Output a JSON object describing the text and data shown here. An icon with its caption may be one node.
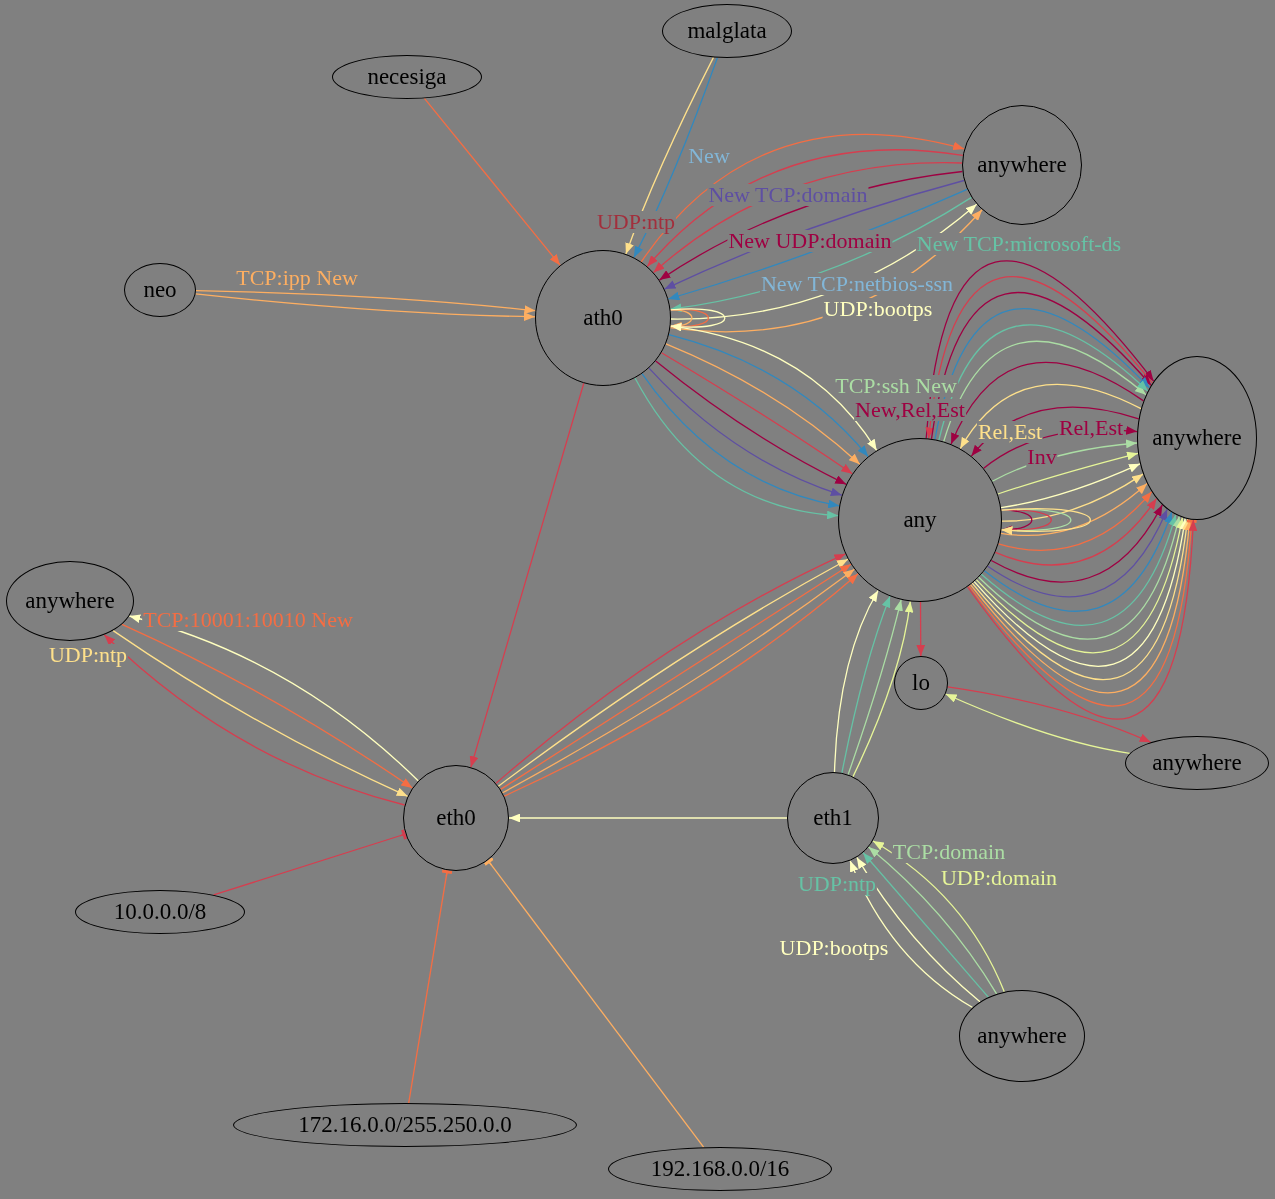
{
  "diagram": {
    "nodes": [
      {
        "text": [
          "malglata"
        ]
      },
      {
        "text": [
          "necesiga"
        ]
      },
      {
        "text": [
          "anywhere"
        ]
      },
      {
        "text": [
          "neo"
        ]
      },
      {
        "text": [
          "ath0"
        ]
      },
      {
        "text": [
          "anywhere"
        ]
      },
      {
        "text": [
          "any"
        ]
      },
      {
        "text": [
          "anywhere"
        ]
      },
      {
        "text": [
          "lo"
        ]
      },
      {
        "text": [
          "anywhere"
        ]
      },
      {
        "text": [
          "eth1"
        ]
      },
      {
        "text": [
          "eth0"
        ]
      },
      {
        "text": [
          "10.0.0.0/8"
        ]
      },
      {
        "text": [
          "anywhere"
        ]
      },
      {
        "text": [
          "172.16.0.0/255.250.0.0"
        ]
      },
      {
        "text": [
          "192.168.0.0/16"
        ]
      }
    ],
    "edges": [
      {
        "from": 0,
        "to": 4,
        "arrow": "to",
        "color": "#fee08b"
      },
      {
        "from": 0,
        "to": 4,
        "arrow": "to",
        "color": "#3288bd",
        "label": "New"
      },
      {
        "from": 1,
        "to": 4,
        "arrow": "to",
        "color": "#f46d43"
      },
      {
        "from": 3,
        "to": 4,
        "arrow": "to",
        "color": "#fdae61",
        "label": "TCP:ipp New"
      },
      {
        "from": 3,
        "to": 4,
        "arrow": "to",
        "color": "#fdae61"
      },
      {
        "from": 4,
        "to": 2,
        "arrow": "to",
        "color": "#f46d43"
      },
      {
        "from": 2,
        "to": 4,
        "arrow": "to",
        "color": "#d53e4f",
        "label": "UDP:ntp"
      },
      {
        "from": 2,
        "to": 4,
        "arrow": "to",
        "color": "#d53e4f"
      },
      {
        "from": 2,
        "to": 4,
        "arrow": "to",
        "color": "#9e0142",
        "label": "New UDP:domain"
      },
      {
        "from": 2,
        "to": 4,
        "arrow": "to",
        "color": "#5e4fa2",
        "label": "New TCP:domain"
      },
      {
        "from": 2,
        "to": 4,
        "arrow": "to",
        "color": "#3288bd",
        "label": "New TCP:netbios-ssn"
      },
      {
        "from": 2,
        "to": 4,
        "arrow": "to",
        "color": "#66c2a5",
        "label": "New TCP:microsoft-ds"
      },
      {
        "from": 4,
        "to": 2,
        "arrow": "to",
        "color": "#ffffbf",
        "label": "UDP:bootps"
      },
      {
        "from": 4,
        "to": 2,
        "arrow": "to",
        "color": "#fdae61"
      },
      {
        "from": 4,
        "to": 4,
        "arrow": "to",
        "color": "#fdae61"
      },
      {
        "from": 4,
        "to": 4,
        "arrow": "to",
        "color": "#f46d43"
      },
      {
        "from": 4,
        "to": 4,
        "arrow": "to",
        "color": "#ffffbf"
      },
      {
        "from": 4,
        "to": 6,
        "arrow": "to",
        "color": "#ffffbf"
      },
      {
        "from": 4,
        "to": 6,
        "arrow": "to",
        "color": "#3288bd"
      },
      {
        "from": 4,
        "to": 6,
        "arrow": "to",
        "color": "#fdae61"
      },
      {
        "from": 4,
        "to": 6,
        "arrow": "to",
        "color": "#d53e4f"
      },
      {
        "from": 4,
        "to": 6,
        "arrow": "to",
        "color": "#9e0142"
      },
      {
        "from": 4,
        "to": 6,
        "arrow": "to",
        "color": "#5e4fa2"
      },
      {
        "from": 4,
        "to": 6,
        "arrow": "to",
        "color": "#3288bd"
      },
      {
        "from": 4,
        "to": 6,
        "arrow": "to",
        "color": "#66c2a5"
      },
      {
        "from": 4,
        "to": 11,
        "arrow": "to",
        "color": "#d53e4f"
      },
      {
        "from": 6,
        "to": 5,
        "arrow": "to",
        "color": "#9e0142"
      },
      {
        "from": 5,
        "to": 6,
        "arrow": "to",
        "color": "#d53e4f"
      },
      {
        "from": 6,
        "to": 5,
        "arrow": "to",
        "color": "#9e0142"
      },
      {
        "from": 6,
        "to": 5,
        "arrow": "to",
        "color": "#abdda4",
        "label": "TCP:ssh New"
      },
      {
        "from": 5,
        "to": 6,
        "arrow": "to",
        "color": "#fee08b",
        "label": "Rel,Est"
      },
      {
        "from": 5,
        "to": 6,
        "arrow": "to",
        "color": "#9e0142",
        "label": "New,Rel,Est"
      },
      {
        "from": 5,
        "to": 6,
        "arrow": "to",
        "color": "#9e0142",
        "label": "Rel,Est"
      },
      {
        "from": 6,
        "to": 5,
        "arrow": "to",
        "color": "#9e0142",
        "label": "Inv"
      },
      {
        "from": 6,
        "to": 5,
        "arrow": "to",
        "color": "#3288bd"
      },
      {
        "from": 6,
        "to": 5,
        "arrow": "to",
        "color": "#66c2a5"
      },
      {
        "from": 6,
        "to": 5,
        "arrow": "to",
        "color": "#abdda4"
      },
      {
        "from": 6,
        "to": 5,
        "arrow": "to",
        "color": "#e6f598"
      },
      {
        "from": 6,
        "to": 5,
        "arrow": "to",
        "color": "#ffffbf"
      },
      {
        "from": 6,
        "to": 5,
        "arrow": "to",
        "color": "#fee08b"
      },
      {
        "from": 6,
        "to": 5,
        "arrow": "to",
        "color": "#fdae61"
      },
      {
        "from": 6,
        "to": 5,
        "arrow": "to",
        "color": "#f46d43"
      },
      {
        "from": 6,
        "to": 5,
        "arrow": "to",
        "color": "#d53e4f"
      },
      {
        "from": 6,
        "to": 5,
        "arrow": "to",
        "color": "#9e0142"
      },
      {
        "from": 6,
        "to": 5,
        "arrow": "to",
        "color": "#5e4fa2"
      },
      {
        "from": 6,
        "to": 5,
        "arrow": "to",
        "color": "#3288bd"
      },
      {
        "from": 6,
        "to": 5,
        "arrow": "to",
        "color": "#66c2a5"
      },
      {
        "from": 6,
        "to": 5,
        "arrow": "to",
        "color": "#abdda4"
      },
      {
        "from": 6,
        "to": 5,
        "arrow": "to",
        "color": "#e6f598"
      },
      {
        "from": 6,
        "to": 5,
        "arrow": "to",
        "color": "#ffffbf"
      },
      {
        "from": 6,
        "to": 5,
        "arrow": "to",
        "color": "#fee08b"
      },
      {
        "from": 6,
        "to": 5,
        "arrow": "to",
        "color": "#fdae61"
      },
      {
        "from": 6,
        "to": 5,
        "arrow": "other",
        "color": "#f46d43"
      },
      {
        "from": 6,
        "to": 5,
        "arrow": "to",
        "color": "#d53e4f"
      },
      {
        "from": 6,
        "to": 6,
        "arrow": "to",
        "color": "#9e0142"
      },
      {
        "from": 6,
        "to": 6,
        "arrow": "to",
        "color": "#d53e4f"
      },
      {
        "from": 6,
        "to": 6,
        "arrow": "to",
        "color": "#abdda4"
      },
      {
        "from": 6,
        "to": 6,
        "arrow": "to",
        "color": "#fee08b"
      },
      {
        "from": 6,
        "to": 8,
        "arrow": "to",
        "color": "#d53e4f"
      },
      {
        "from": 8,
        "to": 9,
        "arrow": "to",
        "color": "#d53e4f"
      },
      {
        "from": 9,
        "to": 8,
        "arrow": "to",
        "color": "#e6f598"
      },
      {
        "from": 11,
        "to": 7,
        "arrow": "to",
        "color": "#ffffbf"
      },
      {
        "from": 7,
        "to": 11,
        "arrow": "to",
        "color": "#f46d43",
        "label": "TCP:10001:10010 New"
      },
      {
        "from": 7,
        "to": 11,
        "arrow": "to",
        "color": "#fee08b",
        "label": "UDP:ntp"
      },
      {
        "from": 11,
        "to": 7,
        "arrow": "to",
        "color": "#d53e4f"
      },
      {
        "from": 12,
        "to": 11,
        "arrow": "other",
        "color": "#d53e4f"
      },
      {
        "from": 14,
        "to": 11,
        "arrow": "other",
        "color": "#f46d43"
      },
      {
        "from": 15,
        "to": 11,
        "arrow": "other",
        "color": "#fdae61"
      },
      {
        "from": 10,
        "to": 11,
        "arrow": "to",
        "color": "#ffffbf"
      },
      {
        "from": 11,
        "to": 6,
        "arrow": "to",
        "color": "#d53e4f"
      },
      {
        "from": 11,
        "to": 6,
        "arrow": "to",
        "color": "#fee08b"
      },
      {
        "from": 11,
        "to": 6,
        "arrow": "to",
        "color": "#f46d43"
      },
      {
        "from": 11,
        "to": 6,
        "arrow": "to",
        "color": "#fdae61"
      },
      {
        "from": 11,
        "to": 6,
        "arrow": "to",
        "color": "#f46d43"
      },
      {
        "from": 10,
        "to": 6,
        "arrow": "to",
        "color": "#ffffbf"
      },
      {
        "from": 10,
        "to": 6,
        "arrow": "to",
        "color": "#66c2a5"
      },
      {
        "from": 10,
        "to": 6,
        "arrow": "to",
        "color": "#abdda4"
      },
      {
        "from": 10,
        "to": 6,
        "arrow": "to",
        "color": "#e6f598"
      },
      {
        "from": 13,
        "to": 10,
        "arrow": "to",
        "color": "#ffffbf",
        "label": "UDP:bootps"
      },
      {
        "from": 13,
        "to": 10,
        "arrow": "to",
        "color": "#ffffbf"
      },
      {
        "from": 13,
        "to": 10,
        "arrow": "to",
        "color": "#66c2a5",
        "label": "UDP:ntp"
      },
      {
        "from": 13,
        "to": 10,
        "arrow": "to",
        "color": "#abdda4",
        "label": "TCP:domain"
      },
      {
        "from": 13,
        "to": 10,
        "arrow": "to",
        "color": "#e6f598",
        "label": "UDP:domain"
      }
    ]
  }
}
